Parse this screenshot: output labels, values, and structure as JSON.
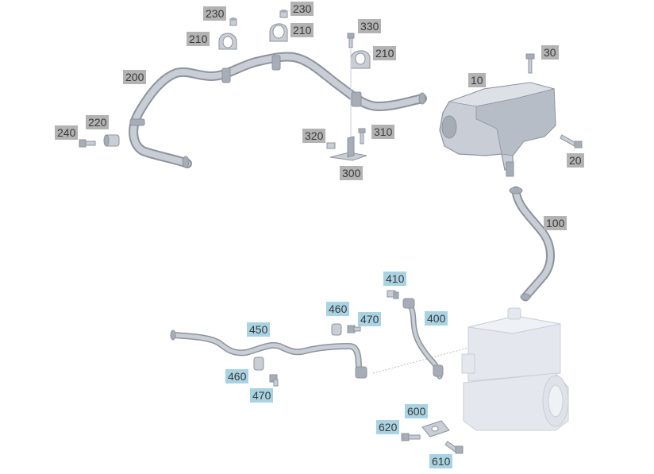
{
  "diagram": {
    "colors": {
      "part_fill": "#c9ced6",
      "part_stroke": "#8d939c",
      "part_shade": "#a6adb7",
      "faded_fill": "#e4e8ee",
      "faded_stroke": "#c8ced6",
      "grey_label": "#b3b3b3",
      "blue_label": "#a9d3e2",
      "label_text": "#3a3a3a"
    },
    "callouts": {
      "c230a": "230",
      "c230b": "230",
      "c210a": "210",
      "c210b": "210",
      "c330": "330",
      "c210c": "210",
      "c200": "200",
      "c30": "30",
      "c10": "10",
      "c220": "220",
      "c240": "240",
      "c320": "320",
      "c310": "310",
      "c300": "300",
      "c20": "20",
      "c100": "100",
      "c410": "410",
      "c460a": "460",
      "c470a": "470",
      "c400": "400",
      "c450": "450",
      "c460b": "460",
      "c470b": "470",
      "c600": "600",
      "c620": "620",
      "c610": "610"
    }
  }
}
